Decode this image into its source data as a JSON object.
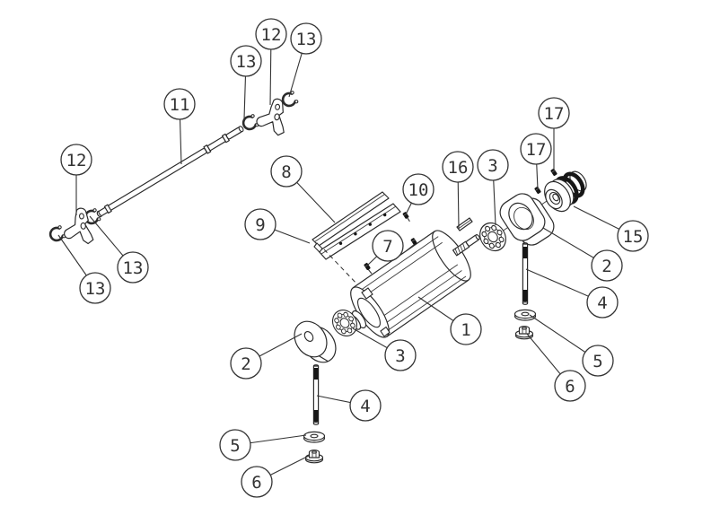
{
  "figure": {
    "background": "#ffffff",
    "line_color": "#2b2b2b",
    "type": "exploded-parts-diagram"
  },
  "callouts": [
    {
      "label": "13"
    },
    {
      "label": "12"
    },
    {
      "label": "13"
    },
    {
      "label": "11"
    },
    {
      "label": "12"
    },
    {
      "label": "13"
    },
    {
      "label": "13"
    },
    {
      "label": "8"
    },
    {
      "label": "9"
    },
    {
      "label": "10"
    },
    {
      "label": "7"
    },
    {
      "label": "16"
    },
    {
      "label": "3"
    },
    {
      "label": "17"
    },
    {
      "label": "17"
    },
    {
      "label": "15"
    },
    {
      "label": "2"
    },
    {
      "label": "4"
    },
    {
      "label": "5"
    },
    {
      "label": "6"
    },
    {
      "label": "1"
    },
    {
      "label": "3"
    },
    {
      "label": "2"
    },
    {
      "label": "4"
    },
    {
      "label": "5"
    },
    {
      "label": "6"
    }
  ]
}
